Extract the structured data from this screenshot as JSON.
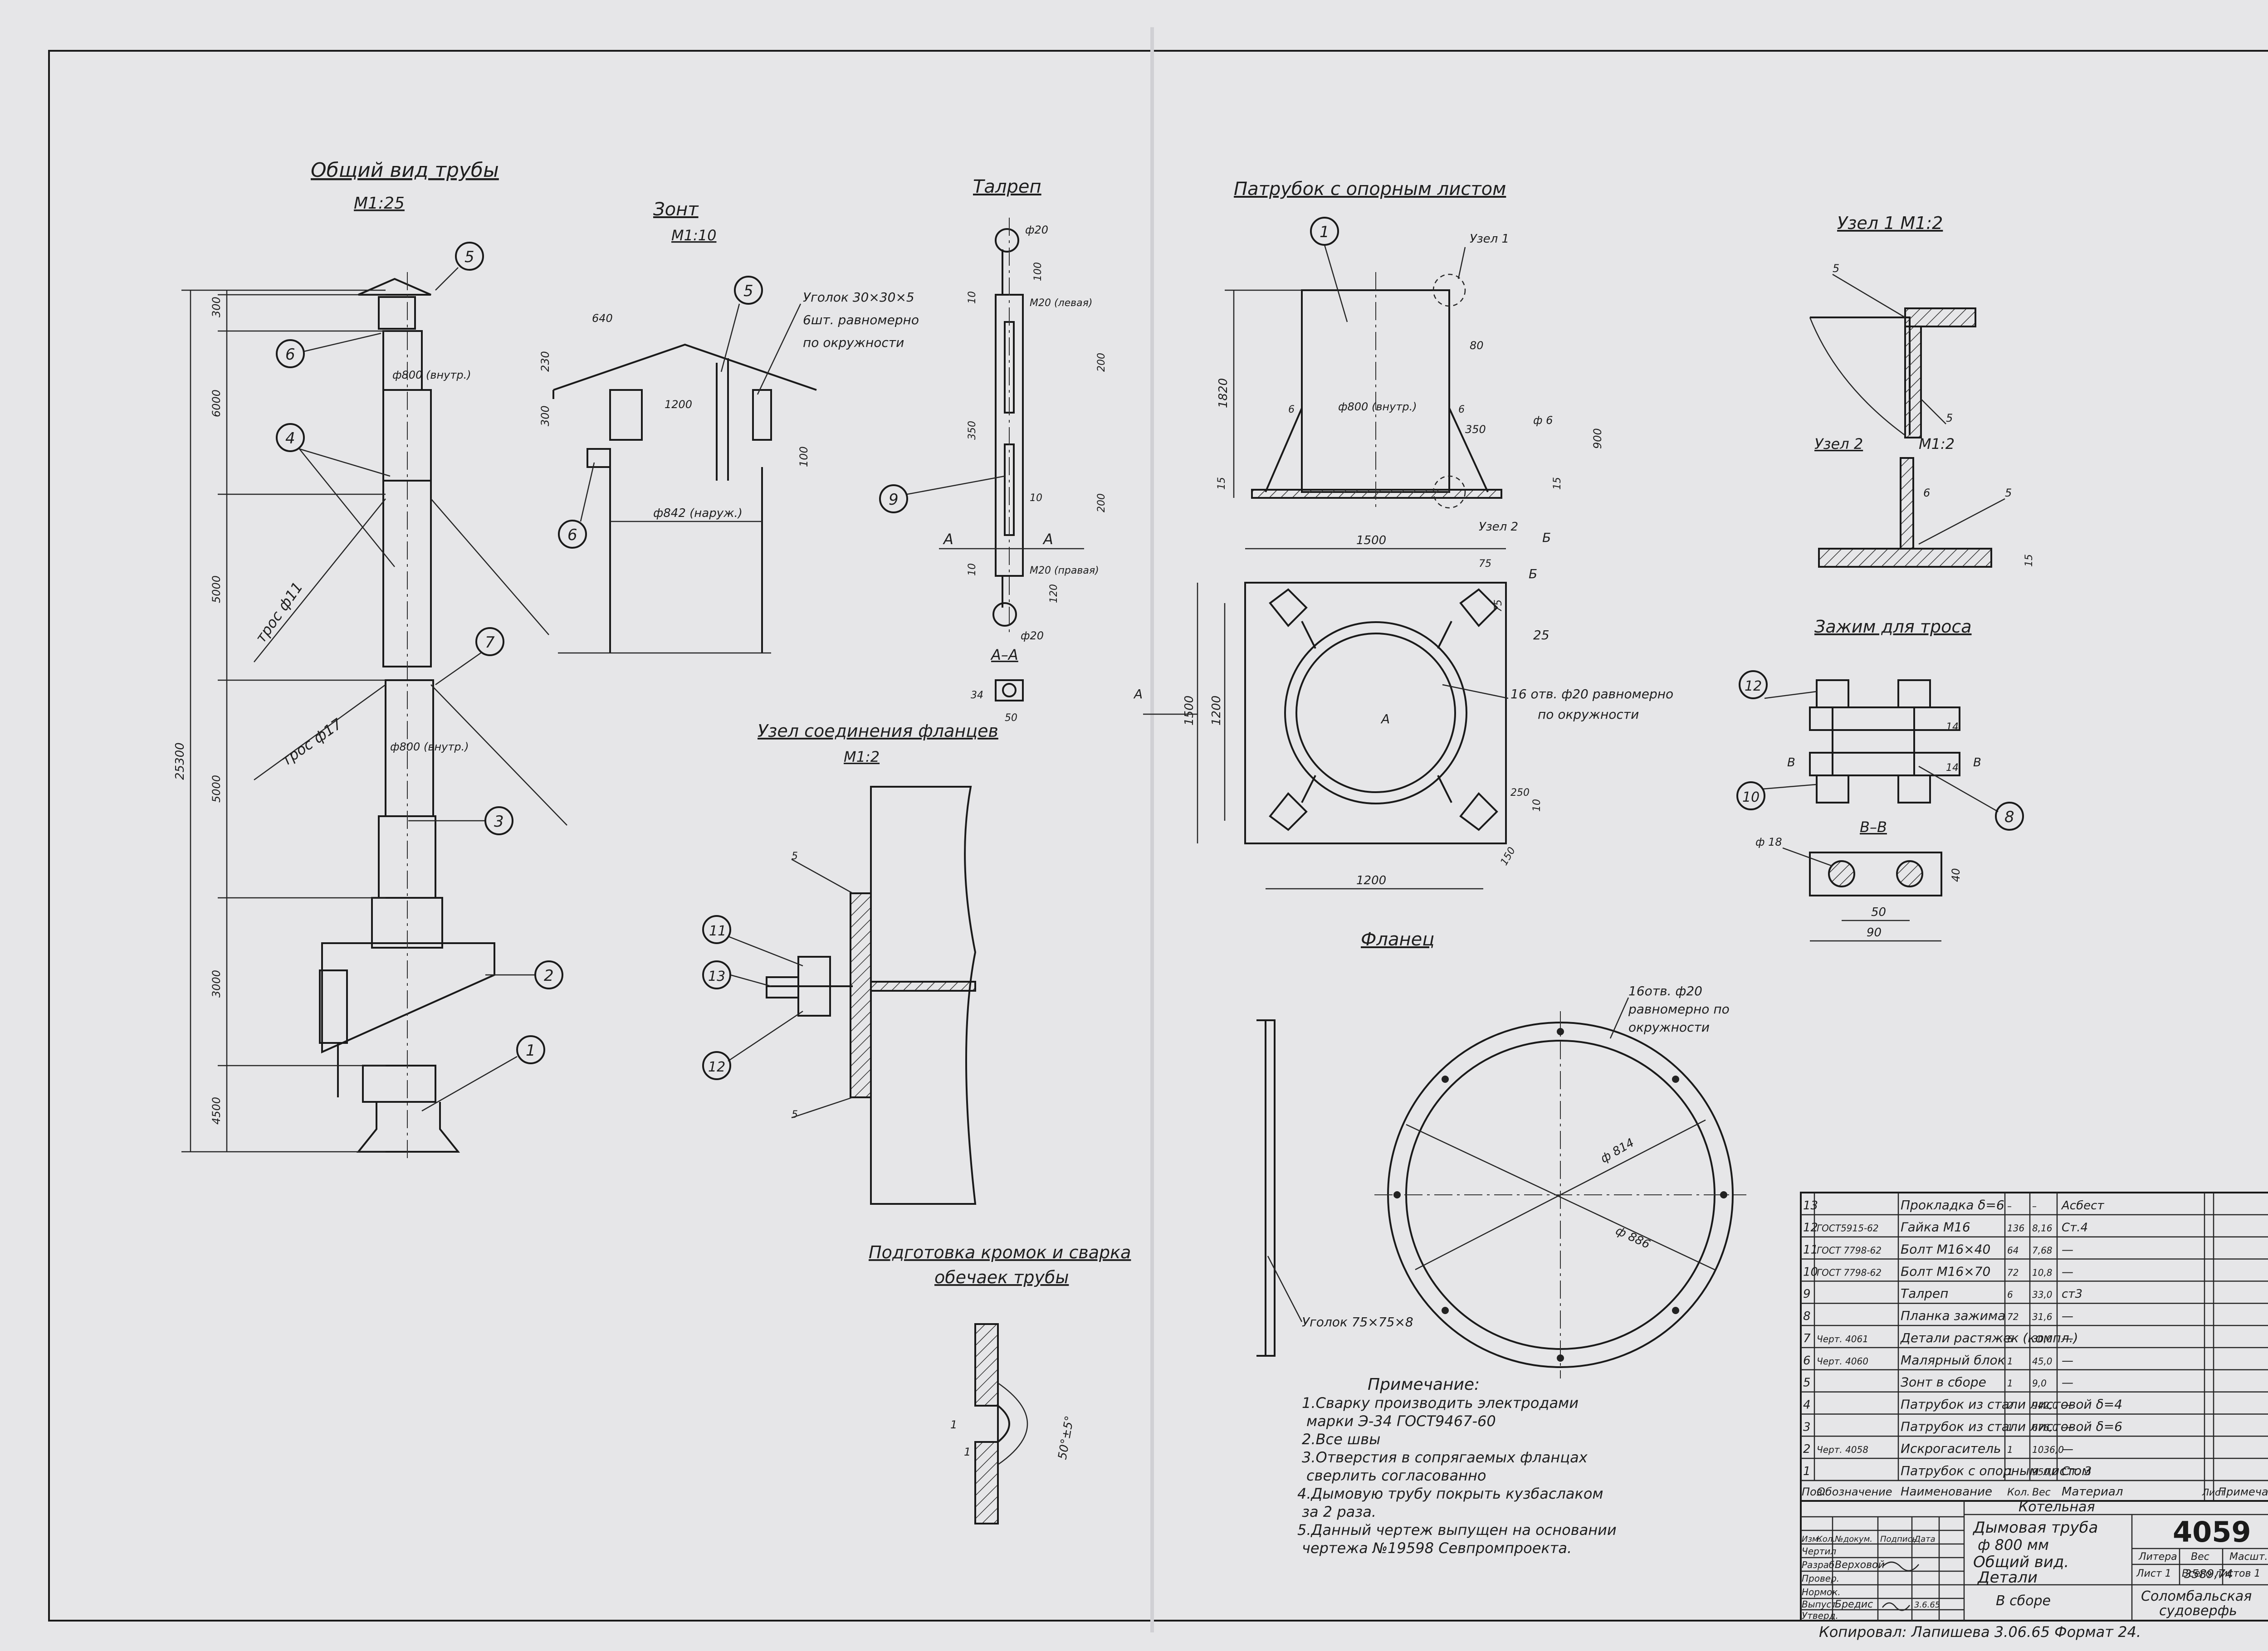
{
  "views": {
    "pipe_general": {
      "title": "Общий вид трубы",
      "scale": "М1:25",
      "dims": [
        "300",
        "6000",
        "5000",
        "5000",
        "3000",
        "4500",
        "25300",
        "ф800 (внутр.)",
        "ф800 (внутр.)"
      ],
      "cable_labels": [
        "трос ф11",
        "трос ф17"
      ],
      "callouts": [
        "5",
        "6",
        "4",
        "7",
        "3",
        "2",
        "1"
      ]
    },
    "umbrella": {
      "title": "Зонт",
      "scale": "М1:10",
      "note_lines": [
        "Уголок 30×30×5",
        "6шт. равномерно",
        "по окружности"
      ],
      "dims": [
        "640",
        "230",
        "300",
        "1200",
        "100",
        "ф842 (наруж.)"
      ],
      "callouts": [
        "5",
        "6"
      ]
    },
    "turnbuckle": {
      "title": "Талреп",
      "dims": [
        "ф20",
        "ф20",
        "100",
        "10",
        "M20 (левая)",
        "200",
        "200",
        "350",
        "10",
        "10",
        "M20 (правая)",
        "120",
        "A",
        "A"
      ],
      "callout": "9",
      "section": {
        "label": "А–А",
        "dims": [
          "34",
          "50"
        ]
      }
    },
    "nozzle": {
      "title": "Патрубок с опорным листом",
      "labels": [
        "Узел 1",
        "Узел 2",
        "ф800 (внутр.)",
        "ф 6",
        "6",
        "6",
        "Б",
        "Б",
        "A",
        "A",
        "25",
        "16 отв. ф20 равномерно",
        "по окружности"
      ],
      "dims": [
        "1820",
        "80",
        "350",
        "900",
        "15",
        "15",
        "1500",
        "1500",
        "1200",
        "1200",
        "75",
        "75",
        "250",
        "150",
        "10"
      ],
      "callout": "1"
    },
    "node1": {
      "title": "Узел 1  М1:2",
      "dims": [
        "5",
        "5"
      ]
    },
    "node2": {
      "title": "Узел 2",
      "scale": "М1:2",
      "dims": [
        "6",
        "5",
        "15"
      ]
    },
    "cable_clamp": {
      "title": "Зажим для троса",
      "dims": [
        "14",
        "14",
        "В",
        "В"
      ],
      "callouts": [
        "12",
        "10",
        "8"
      ],
      "section": {
        "label": "В–В",
        "dims": [
          "ф 18",
          "50",
          "90",
          "40"
        ]
      }
    },
    "flange_joint": {
      "title": "Узел соединения фланцев",
      "scale": "М1:2",
      "dims": [
        "5",
        "5"
      ],
      "callouts": [
        "11",
        "13",
        "12"
      ]
    },
    "flange": {
      "title": "Фланец",
      "labels": [
        "16отв. ф20",
        "равномерно по",
        "окружности",
        "Уголок 75×75×8",
        "ф 814",
        "ф 886"
      ]
    },
    "edge_prep": {
      "title_lines": [
        "Подготовка кромок и сварка",
        "обечаек трубы"
      ],
      "dims": [
        "1",
        "1",
        "50°±5°"
      ]
    }
  },
  "notes": {
    "heading": "Примечание:",
    "lines": [
      "1.Сварку производить электродами",
      "марки Э-34   ГОСТ9467-60",
      "2.Все швы",
      "3.Отверстия в сопрягаемых фланцах",
      "сверлить согласованно",
      "4.Дымовую трубу покрыть кузбаслаком",
      "за 2 раза.",
      "5.Данный чертеж выпущен на основании",
      "чертежа №19598 Севпромпроекта."
    ]
  },
  "bom": {
    "headers": [
      "Поз.",
      "Обозначение",
      "Наименование",
      "Кол.",
      "Вес",
      "Материал",
      "Лист",
      "Примечан."
    ],
    "rows": [
      [
        "13",
        "",
        "Прокладка δ=6",
        "–",
        "–",
        "Асбест"
      ],
      [
        "12",
        "ГОСТ5915-62",
        "Гайка М16",
        "136",
        "8,16",
        "Ст.4"
      ],
      [
        "11",
        "ГОСТ 7798-62",
        "Болт М16×40",
        "64",
        "7,68",
        "—"
      ],
      [
        "10",
        "ГОСТ 7798-62",
        "Болт М16×70",
        "72",
        "10,8",
        "—"
      ],
      [
        "9",
        "",
        "Талреп",
        "6",
        "33,0",
        "ст3"
      ],
      [
        "8",
        "",
        "Планка зажима",
        "72",
        "31,6",
        "—"
      ],
      [
        "7",
        "Черт. 4061",
        "Детали растяжек (компл.)",
        "6",
        "30,0",
        "—"
      ],
      [
        "6",
        "Черт. 4060",
        "Малярный блок",
        "1",
        "45,0",
        "—"
      ],
      [
        "5",
        "",
        "Зонт в сборе",
        "1",
        "9,0",
        "—"
      ],
      [
        "4",
        "",
        "Патрубок из стали листовой δ=4",
        "2",
        "942,0",
        "—"
      ],
      [
        "3",
        "",
        "Патрубок из стали листовой δ=6",
        "1",
        "676,0",
        "—"
      ],
      [
        "2",
        "Черт. 4058",
        "Искрогаситель",
        "1",
        "1036,0",
        "—"
      ],
      [
        "1",
        "",
        "Патрубок с опорным листом",
        "1",
        "950,0",
        "Ст. 3"
      ]
    ]
  },
  "title_block": {
    "object": "Котельная",
    "drawing_no": "4059",
    "name_lines": [
      "Дымовая труба",
      "ф 800 мм",
      "Общий вид.",
      "Детали"
    ],
    "assembly": "В сборе",
    "col_litera": "Литера",
    "col_mass": "Вес",
    "col_scale": "Масшт.",
    "mass": "3589,74",
    "sheet": "Лист 1",
    "sheets": "Всего листов 1",
    "org_lines": [
      "Соломбальская",
      "судоверфь"
    ],
    "row_headers": [
      "Изм.",
      "Кол.",
      "№докум.",
      "Подпись",
      "Дата"
    ],
    "roles": [
      "Чертил",
      "Разраб.",
      "Провер.",
      "Нормок.",
      "Выпуст.",
      "Утверд."
    ],
    "names": [
      "Верховой",
      "Бредис"
    ],
    "date": "3.6.65",
    "copied": "Копировал:  Лапишева  3.06.65   Формат 24."
  },
  "colors": {
    "paper": "#e6e6e8",
    "ink": "#1a1a1a"
  }
}
